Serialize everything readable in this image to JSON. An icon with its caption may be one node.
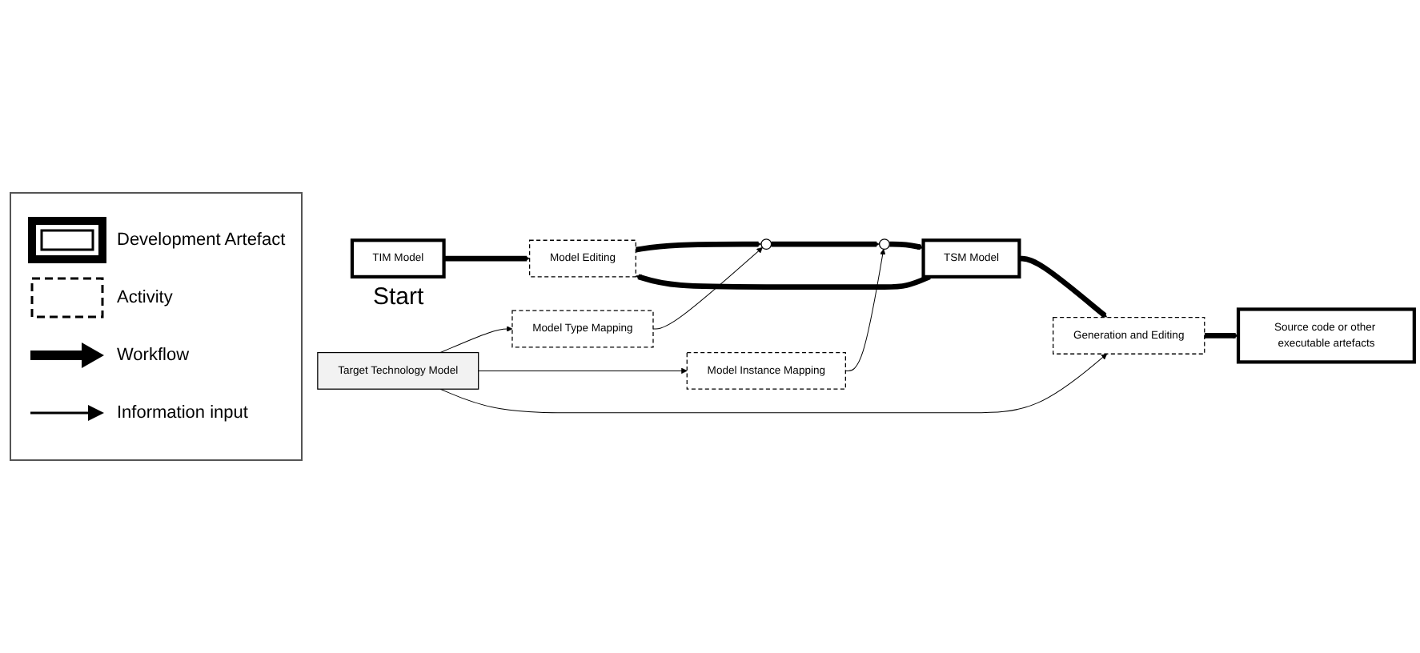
{
  "diagram": {
    "nodes": [
      {
        "text": [
          "TIM Model"
        ],
        "beside": [
          "Start"
        ]
      },
      {
        "text": [
          "Model Editing"
        ]
      },
      {
        "text": [],
        "shape": "circle"
      },
      {
        "text": [],
        "shape": "circle"
      },
      {
        "text": [
          "TSM Model"
        ]
      },
      {
        "text": [
          "Generation and Editing"
        ]
      },
      {
        "text": [
          "Source code or other executable artefacts"
        ]
      },
      {
        "text": [
          "Model Type Mapping"
        ]
      },
      {
        "text": [
          "Model Instance Mapping"
        ]
      },
      {
        "text": [
          "Target Technology Model"
        ]
      }
    ],
    "edges": [
      {
        "from": 0,
        "to": 1,
        "arrow": "to"
      },
      {
        "from": 1,
        "to": 2,
        "arrow": "to"
      },
      {
        "from": 2,
        "to": 3,
        "arrow": "to"
      },
      {
        "from": 3,
        "to": 4,
        "arrow": "to"
      },
      {
        "from": 4,
        "to": 1,
        "arrow": "to"
      },
      {
        "from": 4,
        "to": 5,
        "arrow": "to"
      },
      {
        "from": 5,
        "to": 6,
        "arrow": "to"
      },
      {
        "from": 7,
        "to": 2,
        "arrow": "to"
      },
      {
        "from": 8,
        "to": 3,
        "arrow": "to"
      },
      {
        "from": 9,
        "to": 7,
        "arrow": "to"
      },
      {
        "from": 9,
        "to": 8,
        "arrow": "to"
      },
      {
        "from": 9,
        "to": 5,
        "arrow": "to"
      }
    ],
    "legend": [
      {
        "text": "Development Artefact"
      },
      {
        "text": "Activity"
      },
      {
        "text": "Workflow"
      },
      {
        "text": "Information input"
      }
    ]
  }
}
